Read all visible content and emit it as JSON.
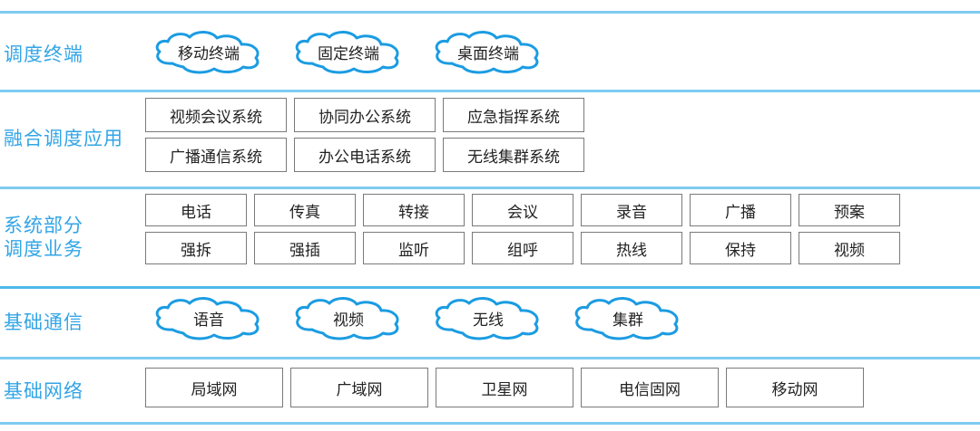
{
  "diagram": {
    "accent_color": "#33a5e6",
    "cloud_outline_color": "#1b9ce2",
    "separator_color": "#7ecbf0",
    "box_border_color": "#7a7a7a",
    "rows": [
      {
        "id": "terminals",
        "label": "调度终端",
        "shape": "cloud",
        "items": [
          "移动终端",
          "固定终端",
          "桌面终端"
        ]
      },
      {
        "id": "applications",
        "label": "融合调度应用",
        "shape": "box",
        "lines": [
          [
            "视频会议系统",
            "协同办公系统",
            "应急指挥系统"
          ],
          [
            "广播通信系统",
            "办公电话系统",
            "无线集群系统"
          ]
        ]
      },
      {
        "id": "services",
        "label": "系统部分\n调度业务",
        "shape": "box",
        "lines": [
          [
            "电话",
            "传真",
            "转接",
            "会议",
            "录音",
            "广播",
            "预案"
          ],
          [
            "强拆",
            "强插",
            "监听",
            "组呼",
            "热线",
            "保持",
            "视频"
          ]
        ]
      },
      {
        "id": "basic-communication",
        "label": "基础通信",
        "shape": "cloud",
        "items": [
          "语音",
          "视频",
          "无线",
          "集群"
        ]
      },
      {
        "id": "basic-network",
        "label": "基础网络",
        "shape": "box",
        "lines": [
          [
            "局域网",
            "广域网",
            "卫星网",
            "电信固网",
            "移动网"
          ]
        ]
      }
    ]
  }
}
